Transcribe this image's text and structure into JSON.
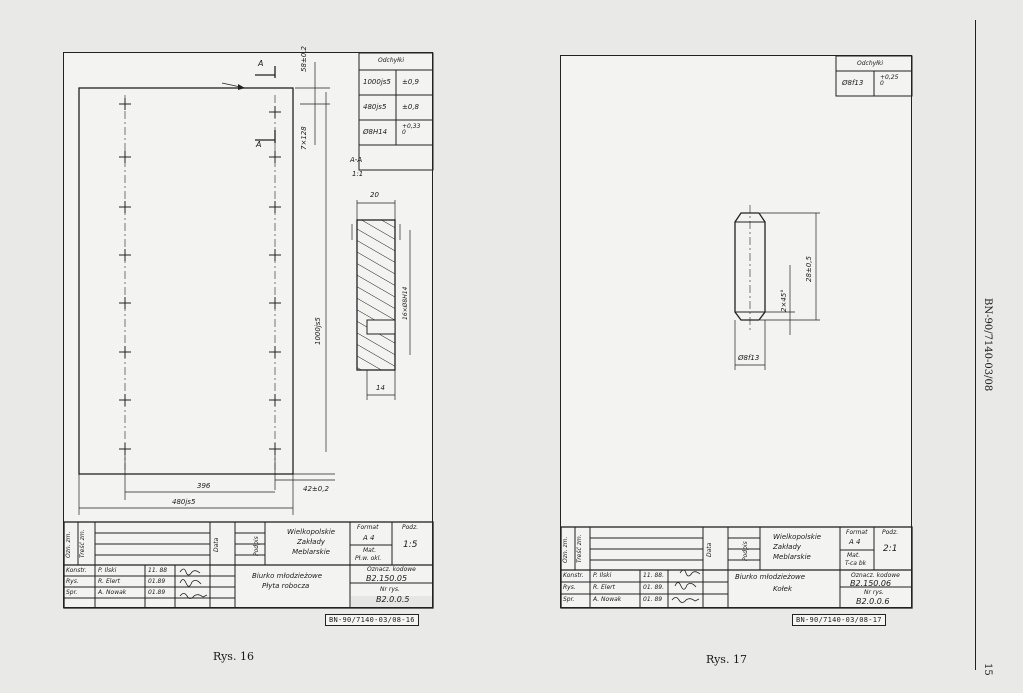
{
  "drawing16": {
    "tolerance_header": "Odchyłki",
    "tolerances": [
      {
        "dim": "1000js5",
        "tol": "±0,9"
      },
      {
        "dim": "480js5",
        "tol": "±0,8"
      },
      {
        "dim": "Ø8H14",
        "tol": "+0,33\n0"
      }
    ],
    "dims": {
      "top_offset": "58±0,2",
      "spacing": "7×128",
      "height": "1000js5",
      "width_396": "396",
      "width_480": "480js5",
      "edge_42": "42±0,2",
      "section_width": "20",
      "section_hole": "16×Ø8H14",
      "section_depth": "14"
    },
    "section_label": "A-A",
    "section_scale": "1:1",
    "section_marker": "A",
    "title_block": {
      "col_zm": "Ozn. zm.",
      "col_tresc": "Treść zm.",
      "col_data": "Data",
      "col_podpis": "Podpis",
      "company": "Wielkopolskie\nZakłady\nMeblarskie",
      "format_label": "Format",
      "format_value": "A 4",
      "mat_label": "Mat.",
      "mat_value": "Pł.w. okl.",
      "podz_label": "Podz.",
      "scale": "1:5",
      "rows": [
        {
          "role": "Konstr.",
          "name": "P. Ilski",
          "date": "11. 88"
        },
        {
          "role": "Rys.",
          "name": "R. Elert",
          "date": "01.89"
        },
        {
          "role": "Spr.",
          "name": "A. Nowak",
          "date": "01.89"
        }
      ],
      "title_line1": "Biurko młodzieżowe",
      "title_line2": "Płyta robocza",
      "code_label": "Oznacz. kodowe",
      "code_value": "B2.150.05",
      "nr_label": "Nr rys.",
      "nr_value": "B2.0.0.5"
    },
    "stamp": "BN-90/7140-03/08-16",
    "caption": "Rys. 16"
  },
  "drawing17": {
    "tolerance_header": "Odchyłki",
    "tolerances": [
      {
        "dim": "Ø8f13",
        "tol": "+0,25\n0"
      }
    ],
    "dims": {
      "length": "28±0,5",
      "chamfer": "2×45°",
      "diameter": "Ø8f13"
    },
    "title_block": {
      "col_zm": "Ozn. zm.",
      "col_tresc": "Treść zm.",
      "col_data": "Data",
      "col_podpis": "Podpis",
      "company": "Wielkopolskie\nZakłady\nMeblarskie",
      "format_label": "Format",
      "format_value": "A 4",
      "mat_label": "Mat.",
      "mat_value": "T-ca bk",
      "podz_label": "Podz.",
      "scale": "2:1",
      "rows": [
        {
          "role": "Konstr.",
          "name": "P. Ilski",
          "date": "11. 88."
        },
        {
          "role": "Rys.",
          "name": "R. Elert",
          "date": "01. 89."
        },
        {
          "role": "Spr.",
          "name": "A. Nowak",
          "date": "01. 89"
        }
      ],
      "title_line1": "Biurko młodzieżowe",
      "title_line2": "Kołek",
      "code_label": "Oznacz. kodowe",
      "code_value": "B2.150.06",
      "nr_label": "Nr rys.",
      "nr_value": "B2.0.0.6"
    },
    "stamp": "BN-90/7140-03/08-17",
    "caption": "Rys. 17"
  },
  "side_label": "BN-90/7140-03/08",
  "page_number": "15"
}
